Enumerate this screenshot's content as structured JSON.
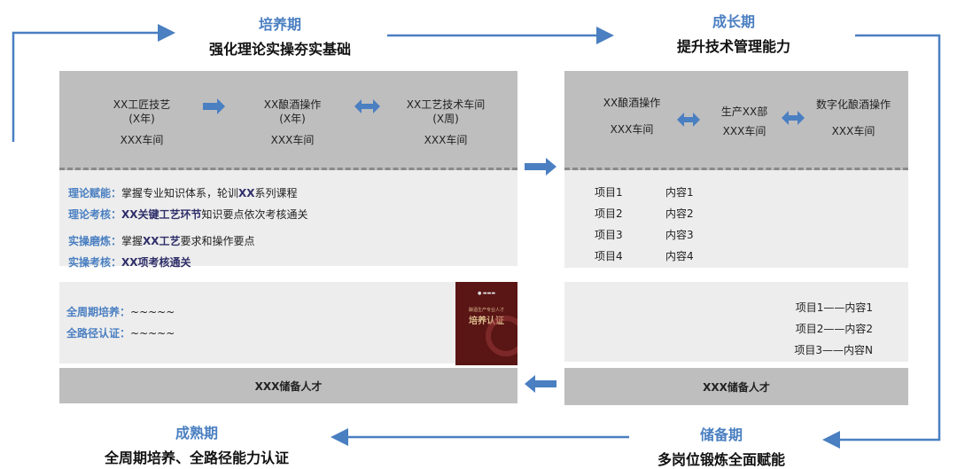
{
  "colors": {
    "accent": "#4a7fc1",
    "panel_dark": "#bebebf",
    "panel_light": "#ededed",
    "cert": "#5a1515"
  },
  "phases": {
    "cultivate": {
      "title": "培养期",
      "subtitle": "强化理论实操夯实基础"
    },
    "growth": {
      "title": "成长期",
      "subtitle": "提升技术管理能力"
    },
    "reserve": {
      "title": "储备期",
      "subtitle": "多岗位锻炼全面赋能"
    },
    "mature": {
      "title": "成熟期",
      "subtitle": "全周期培养、全路径能力认证"
    }
  },
  "left": {
    "nodes": [
      {
        "name": "XX工匠技艺",
        "period": "(X年)",
        "place": "XXX车间"
      },
      {
        "name": "XX酿酒操作",
        "period": "(X年)",
        "place": "XXX车间"
      },
      {
        "name": "XX工艺技术车间",
        "period": "(X周)",
        "place": "XXX车间"
      }
    ],
    "theory_label": "理论赋能：",
    "theory_a": "掌握专业知识体系，轮训",
    "theory_b": "XX",
    "theory_c": "系列课程",
    "exam_label": "理论考核：",
    "exam_a": "XX关键工艺环节",
    "exam_b": "知识要点依次考核通关",
    "practice_label": "实操磨炼：",
    "practice_a": "掌握",
    "practice_b": "XX工艺",
    "practice_c": "要求和操作要点",
    "pexam_label": "实操考核：",
    "pexam_a": "XX项考核通关",
    "cycle_label": "全周期培养：",
    "cycle_value": "~~~~~",
    "path_label": "全路径认证：",
    "path_value": "~~~~~",
    "cert": {
      "subtitle": "酿酒生产专业人才",
      "title": "培养认证"
    },
    "bar": "XXX储备人才"
  },
  "right": {
    "nodes": [
      {
        "name": "XX酿酒操作",
        "place": "XXX车间"
      },
      {
        "name": "生产XX部",
        "place": "XXX车间"
      },
      {
        "name": "数字化酿酒操作",
        "place": "XXX车间"
      }
    ],
    "items": [
      [
        "项目1",
        "内容1"
      ],
      [
        "项目2",
        "内容2"
      ],
      [
        "项目3",
        "内容3"
      ],
      [
        "项目4",
        "内容4"
      ]
    ],
    "list": [
      "项目1——内容1",
      "项目2——内容2",
      "项目3——内容N"
    ],
    "bar": "XXX储备人才"
  }
}
